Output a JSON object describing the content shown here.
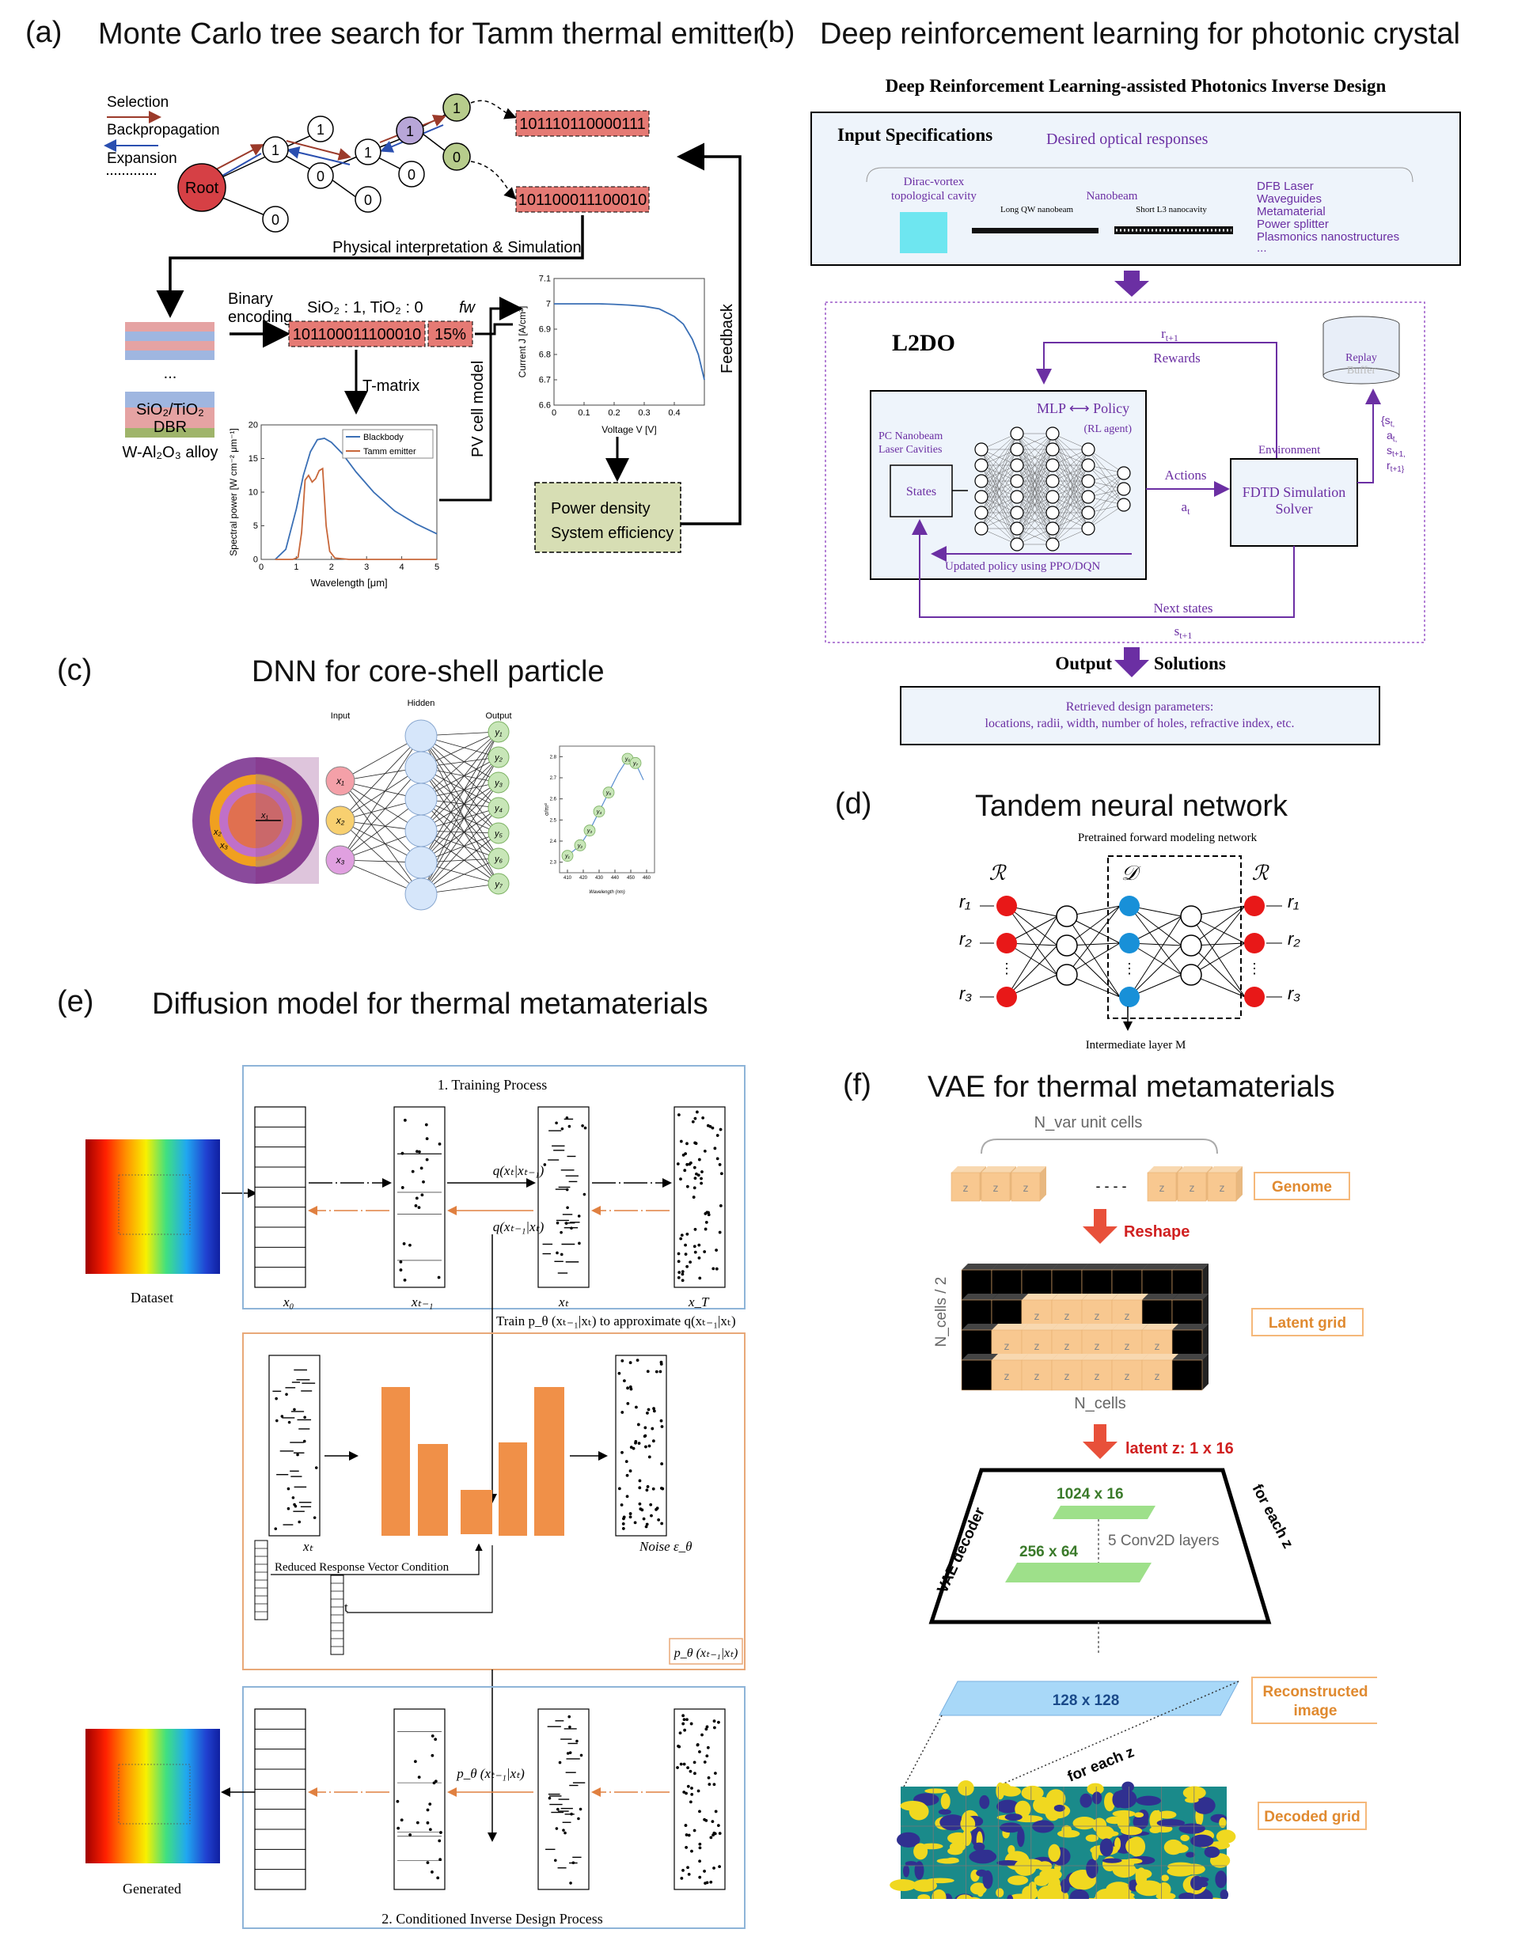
{
  "panels": {
    "a": {
      "label": "(a)",
      "title": "Monte Carlo tree search for Tamm thermal emitter",
      "legend_selection": "Selection",
      "legend_backprop": "Backpropagation",
      "legend_expansion": "Expansion",
      "root": "Root",
      "codes": [
        "101110110000111",
        "101100011100010"
      ],
      "phys_interp": "Physical interpretation & Simulation",
      "binary_encoding_1": "Binary",
      "binary_encoding_2": "encoding",
      "sio2_tio2_assign": "SiO₂ : 1, TiO₂ : 0",
      "fw": "fw",
      "encoded": "101100011100010",
      "fw_value": "15%",
      "ellipsis": "...",
      "dbr_1": "SiO₂/TiO₂",
      "dbr_2": "DBR",
      "alloy": "W-Al₂O₃ alloy",
      "tmatrix": "T-matrix",
      "pv_model": "PV cell model",
      "feedback": "Feedback",
      "power_density": "Power density",
      "system_efficiency": "System efficiency",
      "spec_ylabel": "Spectral power [W cm⁻² μm⁻¹]",
      "spec_xlabel": "Wavelength [μm]",
      "spec_legend": [
        "Blackbody",
        "Tamm emitter"
      ],
      "spec_xticks": [
        "0",
        "1",
        "2",
        "3",
        "4",
        "5"
      ],
      "spec_yticks": [
        "0",
        "5",
        "10",
        "15",
        "20"
      ],
      "iv_ylabel": "Current J [A/cm²]",
      "iv_xlabel": "Voltage V [V]",
      "iv_xticks": [
        "0",
        "0.1",
        "0.2",
        "0.3",
        "0.4"
      ],
      "iv_yticks": [
        "6.6",
        "6.7",
        "6.8",
        "6.9",
        "7",
        "7.1"
      ]
    },
    "b": {
      "label": "(b)",
      "title": "Deep reinforcement learning for photonic crystal",
      "header": "Deep Reinforcement Learning-assisted Photonics Inverse Design",
      "input_spec": "Input Specifications",
      "desired": "Desired optical responses",
      "dirac_1": "Dirac-vortex",
      "dirac_2": "topological cavity",
      "nanobeam": "Nanobeam",
      "long_qw": "Long QW nanobeam",
      "short_l3": "Short L3 nanocavity",
      "applications": [
        "DFB Laser",
        "Waveguides",
        "Metamaterial",
        "Power splitter",
        "Plasmonics nanostructures",
        "..."
      ],
      "l2do": "L2DO",
      "reward_sym": "r",
      "reward_sub": "t+1",
      "rewards": "Rewards",
      "replay_1": "Replay",
      "replay_2": "Buffer",
      "mlp": "MLP",
      "policy": "Policy",
      "rl_agent": "(RL agent)",
      "pc_1": "PC Nanobeam",
      "pc_2": "Laser Cavities",
      "states": "States",
      "environment": "Environment",
      "actions": "Actions",
      "action_sym": "a",
      "action_sub": "t",
      "fdtd_1": "FDTD Simulation",
      "fdtd_2": "Solver",
      "tuple": [
        "{s",
        "a",
        "s",
        "r"
      ],
      "tuple_sub": [
        "t,",
        "t,",
        "t+1,",
        "t+1}"
      ],
      "updated": "Updated policy using PPO/DQN",
      "next_states": "Next states",
      "next_sym": "s",
      "next_sub": "t+1",
      "output": "Output",
      "solutions": "Solutions",
      "retrieved": "Retrieved design parameters:",
      "retrieved_list": "locations, radii, width, number of holes, refractive index, etc."
    },
    "c": {
      "label": "(c)",
      "title": "DNN for core-shell particle",
      "input": "Input",
      "hidden": "Hidden",
      "output": "Output",
      "x_labels": [
        "x₁",
        "x₂",
        "x₃"
      ],
      "y_labels": [
        "y₁",
        "y₂",
        "y₃",
        "y₄",
        "y₅",
        "y₆",
        "y₇"
      ],
      "xlabel": "Wavelength (nm)",
      "ylabel": "σ/πr²",
      "xticks": [
        "410",
        "420",
        "430",
        "440",
        "450",
        "460"
      ],
      "yticks": [
        "2.3",
        "2.4",
        "2.5",
        "2.6",
        "2.7",
        "2.8"
      ]
    },
    "d": {
      "label": "(d)",
      "title": "Tandem neural network",
      "pretrained": "Pretrained forward modeling network",
      "R": "ℛ",
      "D": "𝒟",
      "r_labels": [
        "r₁",
        "r₂",
        "r₃"
      ],
      "intermediate": "Intermediate layer M"
    },
    "e": {
      "label": "(e)",
      "title": "Diffusion model for thermal metamaterials",
      "training": "1. Training Process",
      "dataset": "Dataset",
      "x_labels": [
        "x₀",
        "xₜ₋₁",
        "xₜ",
        "x_T"
      ],
      "q_forward": "q(xₜ|xₜ₋₁)",
      "q_reverse": "q(xₜ₋₁|xₜ)",
      "train_text": "Train p_θ (xₜ₋₁|xₜ) to approximate q(xₜ₋₁|xₜ)",
      "xt": "xₜ",
      "noise": "Noise ε_θ",
      "reduced": "Reduced Response Vector Condition",
      "t": "t",
      "p_theta": "p_θ (xₜ₋₁|xₜ)",
      "generated": "Generated",
      "inverse": "2. Conditioned Inverse Design Process"
    },
    "f": {
      "label": "(f)",
      "title": "VAE for thermal metamaterials",
      "nvar": "N_var unit cells",
      "z": "z",
      "genome": "Genome",
      "reshape": "Reshape",
      "ncells_half": "N_cells / 2",
      "latent_grid": "Latent grid",
      "ncells": "N_cells",
      "latent_z": "latent z: 1 x 16",
      "dim1": "1024 x 16",
      "dim2": "256 x 64",
      "conv": "5 Conv2D layers",
      "vae_decoder": "VAE decoder",
      "for_each_z": "for each z",
      "dim3": "128 x 128",
      "reconstructed_1": "Reconstructed",
      "reconstructed_2": "image",
      "decoded": "Decoded grid"
    }
  },
  "chart_data": [
    {
      "type": "line",
      "panel": "a-spectral",
      "xlabel": "Wavelength [μm]",
      "ylabel": "Spectral power [W cm⁻² μm⁻¹]",
      "xlim": [
        0,
        5
      ],
      "ylim": [
        0,
        20
      ],
      "series": [
        {
          "name": "Blackbody",
          "color": "#3a6fb5",
          "x": [
            0.4,
            0.7,
            1.0,
            1.2,
            1.4,
            1.6,
            1.8,
            2.0,
            2.3,
            2.7,
            3.2,
            3.8,
            4.4,
            5.0
          ],
          "y": [
            0.0,
            1.5,
            7.5,
            12.5,
            16.0,
            17.8,
            18.0,
            17.4,
            15.8,
            13.0,
            10.0,
            7.2,
            5.3,
            3.8
          ]
        },
        {
          "name": "Tamm emitter",
          "color": "#c8673a",
          "x": [
            0.4,
            0.9,
            1.05,
            1.15,
            1.25,
            1.35,
            1.45,
            1.55,
            1.65,
            1.75,
            1.85,
            1.95,
            2.1,
            2.5,
            3.5,
            5.0
          ],
          "y": [
            0.0,
            0.0,
            0.3,
            4.0,
            11.8,
            12.5,
            11.5,
            12.0,
            13.2,
            13.5,
            5.0,
            1.2,
            0.2,
            0.0,
            0.0,
            0.0
          ]
        }
      ]
    },
    {
      "type": "line",
      "panel": "a-iv",
      "xlabel": "Voltage V [V]",
      "ylabel": "Current J [A/cm²]",
      "xlim": [
        0,
        0.5
      ],
      "ylim": [
        6.6,
        7.1
      ],
      "series": [
        {
          "color": "#3a6fb5",
          "x": [
            0,
            0.05,
            0.1,
            0.15,
            0.2,
            0.25,
            0.3,
            0.35,
            0.4,
            0.43,
            0.46,
            0.48,
            0.5
          ],
          "y": [
            7.0,
            7.0,
            7.0,
            7.0,
            6.998,
            6.995,
            6.99,
            6.98,
            6.95,
            6.92,
            6.86,
            6.8,
            6.7
          ]
        }
      ]
    },
    {
      "type": "line",
      "panel": "c-spectrum",
      "xlabel": "Wavelength (nm)",
      "ylabel": "σ/πr²",
      "xlim": [
        405,
        465
      ],
      "ylim": [
        2.25,
        2.85
      ],
      "series": [
        {
          "color": "#5b8fd0",
          "x": [
            410,
            418,
            424,
            430,
            436,
            442,
            448,
            453,
            458
          ],
          "y": [
            2.33,
            2.38,
            2.45,
            2.54,
            2.63,
            2.72,
            2.79,
            2.77,
            2.69
          ]
        }
      ],
      "point_labels": [
        "y₁",
        "y₂",
        "y₃",
        "y₄",
        "y₅",
        "y₆",
        "y₇"
      ]
    }
  ]
}
